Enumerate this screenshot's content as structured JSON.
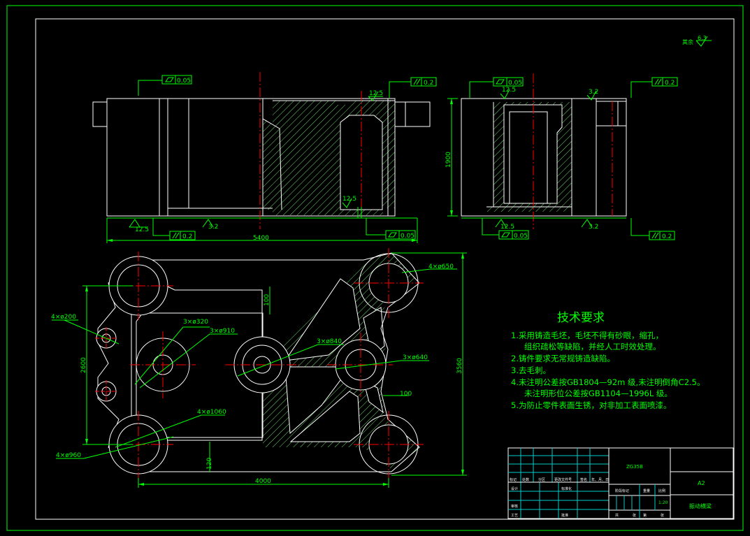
{
  "roughness_note": {
    "prefix": "其余",
    "value": "6.3"
  },
  "front_view": {
    "tol_top_left": "0.05",
    "tol_top_right": "0.2",
    "rough_top": "12.5",
    "rough_mid": "12.5",
    "rough_bottom_left": "12.5",
    "rough_bottom_mid": "3.2",
    "tol_bottom_left": "0.2",
    "tol_bottom_right": "0.05",
    "width_dim": "5400"
  },
  "side_view": {
    "tol_top_left": "0.05",
    "rough_top": "12.5",
    "rough_top_right": "3.2",
    "tol_top_right": "0.2",
    "height_dim": "1900",
    "rough_bottom_left": "12.5",
    "tol_bottom_left": "0.05",
    "rough_bottom_right": "3.2",
    "tol_bottom_right": "0.2"
  },
  "plan_view": {
    "label_650": "4×ø650",
    "label_200": "4×ø200",
    "label_320": "3×ø320",
    "label_910": "3×ø910",
    "label_840": "3×ø840",
    "label_640": "3×ø640",
    "label_1060": "4×ø1060",
    "label_960": "4×ø960",
    "dim_100_top": "100",
    "dim_100_right": "100",
    "dim_2600": "2600",
    "dim_3560": "3560",
    "dim_120": "120",
    "dim_4000": "4000"
  },
  "tech_requirements": {
    "title": "技术要求",
    "lines": [
      "1.采用铸造毛坯，毛坯不得有砂眼，缩孔，",
      "组织疏松等缺陷，并经人工时效处理。",
      "2.铸件要求无常规铸造缺陷。",
      "3.去毛刺。",
      "4.未注明公差按GB1804—92m 级,未注明倒角C2.5。",
      "未注明形位公差按GB1104—1996L 级。",
      "5.为防止零件表面生锈，对非加工表面喷漆。"
    ]
  },
  "title_block": {
    "material": "ZG35B",
    "sheet_size": "A2",
    "part_name": "振动横梁",
    "scale": "1:20",
    "row_labels": [
      "标记",
      "处数",
      "分区",
      "更改文件号",
      "签名",
      "年、月、日"
    ],
    "designer": "设计",
    "standardization": "标准化",
    "audit": "审核",
    "process": "工艺",
    "approve": "批准",
    "stage_mark": "阶段标记",
    "weight": "重量",
    "ratio": "比例",
    "sheets_total": "共",
    "sheets_page": "张",
    "sheet_no": "第"
  },
  "colors": {
    "background": "#000000",
    "lines": "#ffffff",
    "dimensions": "#00ff00",
    "centerlines": "#ff0000",
    "hatch": "#88ee88"
  }
}
